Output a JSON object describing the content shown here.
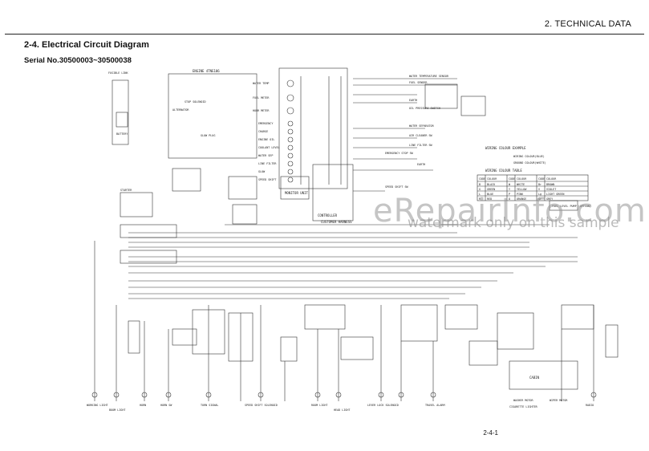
{
  "header": {
    "section": "2. TECHNICAL DATA",
    "title": "2-4. Electrical Circuit Diagram",
    "serial": "Serial No.30500003~30500038"
  },
  "watermark": {
    "main": "eRepairInfo.com",
    "sub": "watermark only on this sample"
  },
  "page_number": "2-4-1",
  "diagram": {
    "engine_label": "ENGINE 4TNE106",
    "monitor_label": "MONITOR UNIT",
    "controller_label": "CONTROLLER",
    "customer_label": "CUSTOMER HARNESS",
    "cabin_label": "CABIN",
    "wiring_example_title": "WIRING COLOUR EXAMPLE",
    "wiring_example_line1": "WIRING COLOUR(BLUE)",
    "wiring_example_line2": "GROUND COLOUR(WHITE)",
    "wiring_table_title": "WIRING COLOUR TABLE",
    "fuel_pump_label": "FUEL LEVEL PUMP (OPTION)",
    "monitor_items": [
      "WATER TEMP",
      "FUEL METER",
      "HOUR METER",
      "EMERGENCY",
      "CHARGE",
      "ENGINE OIL",
      "COOLANT LEVEL",
      "WATER SEP",
      "LINE FILTER",
      "GLOW",
      "SPEED SHIFT"
    ],
    "right_labels": [
      "WATER TEMPERATURE SENSOR",
      "FUEL SENDER",
      "EARTH",
      "OIL PRESSURE SWITCH",
      "WATER SEPARATOR",
      "AIR CLEANER SW",
      "LINE FILTER SW",
      "EMERGENCY STOP SW",
      "EARTH",
      "SPEED SHIFT SW"
    ],
    "left_labels": [
      "FUSIBLE LINK",
      "STARTER",
      "ALTERNATOR",
      "BATTERY",
      "STOP SOLENOID",
      "GLOW PLUG"
    ],
    "bottom_labels": [
      "WORKING LIGHT",
      "BOOM LIGHT",
      "HORN",
      "HORN SW",
      "TURN SIGNAL",
      "SPEED SHIFT SOLENOID",
      "ROOM LIGHT",
      "HEAD LIGHT",
      "LEVER LOCK SOLENOID",
      "TRAVEL ALARM",
      "WIPER MOTOR",
      "WASHER MOTOR",
      "CIGARETTE LIGHTER",
      "RADIO"
    ],
    "colour_table": {
      "headers": [
        "CODE",
        "COLOUR",
        "CODE",
        "COLOUR",
        "CODE",
        "COLOUR"
      ],
      "rows": [
        [
          "B",
          "BLACK",
          "W",
          "WHITE",
          "Br",
          "BROWN"
        ],
        [
          "G",
          "GREEN",
          "Y",
          "YELLOW",
          "V",
          "VIOLET"
        ],
        [
          "L",
          "BLUE",
          "P",
          "PINK",
          "Lg",
          "LIGHT GREEN"
        ],
        [
          "R",
          "RED",
          "O",
          "ORANGE",
          "Gr",
          "GREY"
        ]
      ]
    }
  }
}
